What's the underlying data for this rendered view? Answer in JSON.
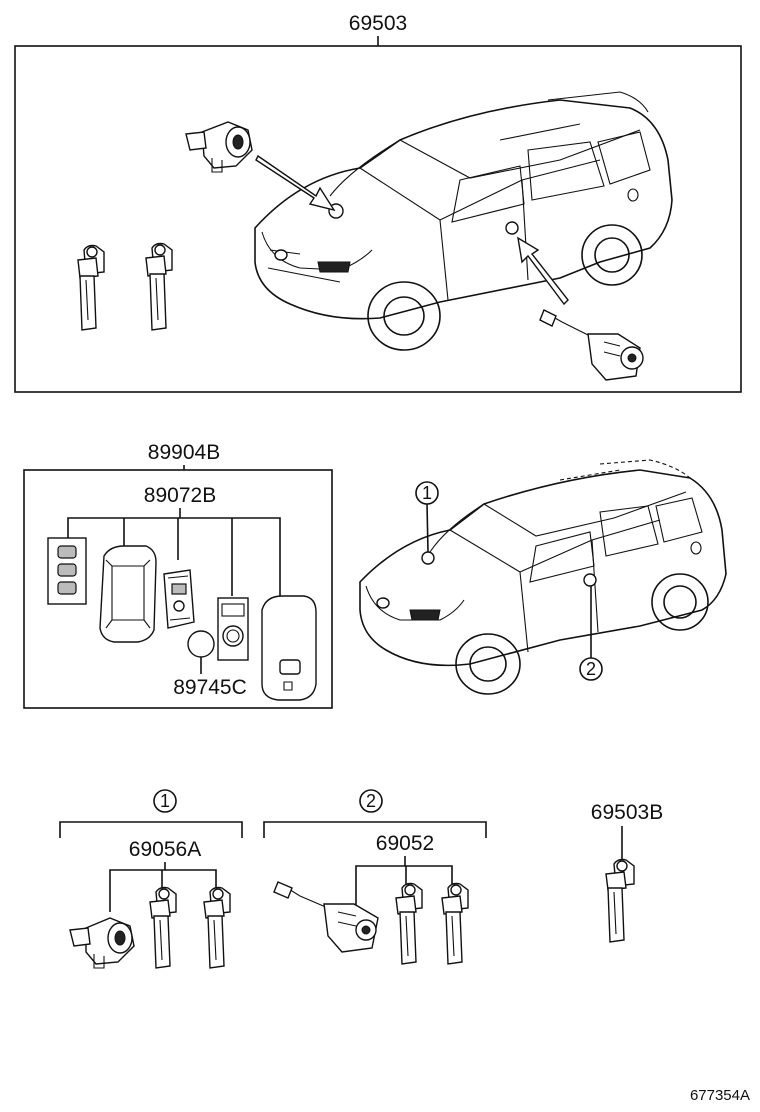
{
  "labels": {
    "top_group": "69503",
    "key_set": "89904B",
    "transmitter_housing": "89072B",
    "battery": "89745C",
    "group1_part": "69056A",
    "group2_part": "69052",
    "single_key": "69503B",
    "figure_id": "677354A"
  },
  "callouts": {
    "c1": "1",
    "c2": "2"
  }
}
